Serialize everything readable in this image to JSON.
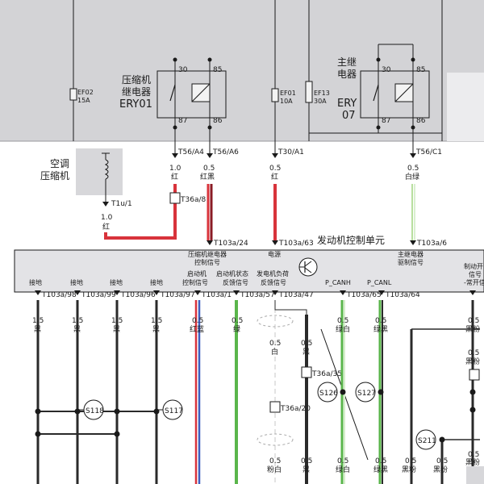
{
  "relays": [
    {
      "name_line1": "压缩机",
      "name_line2": "继电器",
      "code": "ERY01",
      "pin_top_left": "30",
      "pin_top_right": "85",
      "pin_bottom_left": "87",
      "pin_bottom_right": "86"
    },
    {
      "name_line1": "主继",
      "name_line2": "电器",
      "code_line1": "ERY",
      "code_line2": "07",
      "pin_top_left": "30",
      "pin_top_right": "85",
      "pin_bottom_left": "87",
      "pin_bottom_right": "86"
    }
  ],
  "fuses": [
    {
      "name": "EF02",
      "rating": "15A"
    },
    {
      "name": "EF01",
      "rating": "10A"
    },
    {
      "name": "EF13",
      "rating": "30A"
    }
  ],
  "top_connectors": [
    {
      "id": "T56/A4",
      "size": "1.0",
      "color": "红"
    },
    {
      "id": "T56/A6",
      "size": "0.5",
      "color": "红黑"
    },
    {
      "id": "T30/A1",
      "size": "0.5",
      "color": "红"
    },
    {
      "id": "T56/C1",
      "size": "0.5",
      "color": "白绿"
    }
  ],
  "compressor": {
    "line1": "空调",
    "line2": "压缩机",
    "connector": "T1u/1",
    "size": "1.0",
    "color": "红",
    "junction": "T36a/8"
  },
  "ecu": {
    "title": "发动机控制单元",
    "top_pins": [
      {
        "id": "T103a/24",
        "label1": "压缩机继电器",
        "label2": "控制信号"
      },
      {
        "id": "T103a/63",
        "label1": "电源",
        "label2": ""
      },
      {
        "id": "T103a/6",
        "label1": "主继电器",
        "label2": "驱制信号"
      }
    ],
    "top_right_label1": "制动开",
    "top_right_label2": "信号",
    "top_right_label3": "-常开信",
    "bottom_pins": [
      {
        "id": "T103a/98",
        "label1": "接地",
        "label2": ""
      },
      {
        "id": "T103a/99",
        "label1": "接地",
        "label2": ""
      },
      {
        "id": "T103a/96",
        "label1": "接地",
        "label2": ""
      },
      {
        "id": "T103a/97",
        "label1": "接地",
        "label2": ""
      },
      {
        "id": "T103a/1",
        "label1": "启动机",
        "label2": "控制信号"
      },
      {
        "id": "T103a/57",
        "label1": "启动机状态",
        "label2": "反馈信号"
      },
      {
        "id": "T103a/47",
        "label1": "发电机负荷",
        "label2": "反馈信号"
      },
      {
        "id": "T103a/65",
        "label1": "P_CANH",
        "label2": ""
      },
      {
        "id": "T103a/64",
        "label1": "P_CANL",
        "label2": ""
      }
    ]
  },
  "lower_wires": [
    {
      "size": "1.5",
      "color": "黑"
    },
    {
      "size": "1.5",
      "color": "黑"
    },
    {
      "size": "1.5",
      "color": "黑"
    },
    {
      "size": "1.5",
      "color": "黑"
    },
    {
      "size": "0.5",
      "color": "红蓝"
    },
    {
      "size": "0.5",
      "color": "绿"
    },
    {
      "size": "0.5",
      "color": "白"
    },
    {
      "size": "0.5",
      "color": "黑"
    },
    {
      "size": "0.5",
      "color": "绿白"
    },
    {
      "size": "0.5",
      "color": "绿黑"
    }
  ],
  "splices": [
    "S118",
    "S117",
    "S126",
    "S127",
    "S211"
  ],
  "mid_connectors": [
    "T36a/35",
    "T36a/20"
  ],
  "bottom_labels": [
    {
      "size": "0.5",
      "color": "粉白"
    },
    {
      "size": "0.5",
      "color": "黑"
    },
    {
      "size": "0.5",
      "color": "绿白"
    },
    {
      "size": "0.5",
      "color": "绿黑"
    },
    {
      "size": "0.5",
      "color": "黑粉"
    },
    {
      "size": "0.5",
      "color": "黑粉"
    },
    {
      "size": "0.5",
      "color": "黑粉"
    }
  ],
  "right_edge_labels": [
    {
      "size": "0.5",
      "color": "黑粉"
    },
    {
      "size": "0.5",
      "color": "黑粉"
    }
  ],
  "colors": {
    "panel": "#d3d3d6",
    "ecu_band": "#e3e3e6",
    "red": "#d8333b",
    "dark_red": "#8a1b24",
    "green": "#5ab54b",
    "light_green": "#b8df9f",
    "black": "#2a2a2a",
    "blue": "#3f5fbf"
  }
}
